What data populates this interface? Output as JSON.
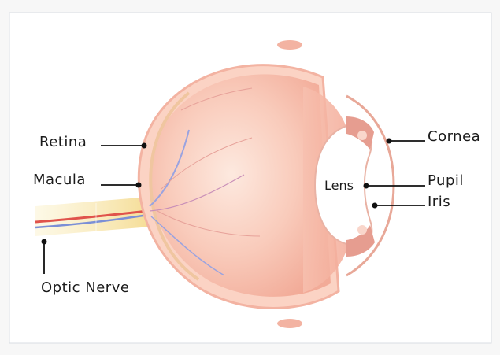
{
  "labels": {
    "retina": "Retina",
    "macula": "Macula",
    "optic_nerve": "Optic Nerve",
    "cornea": "Cornea",
    "pupil": "Pupil",
    "iris": "Iris",
    "lens": "Lens"
  },
  "colors": {
    "frame": "#ffffff",
    "eyeball": "#f6b8a8",
    "eyeball_light": "#fde4d8",
    "vessel_red": "#e0534b",
    "vessel_blue": "#7b8fd6",
    "optic_yellow": "#f6e7a3",
    "leader": "#111111"
  }
}
